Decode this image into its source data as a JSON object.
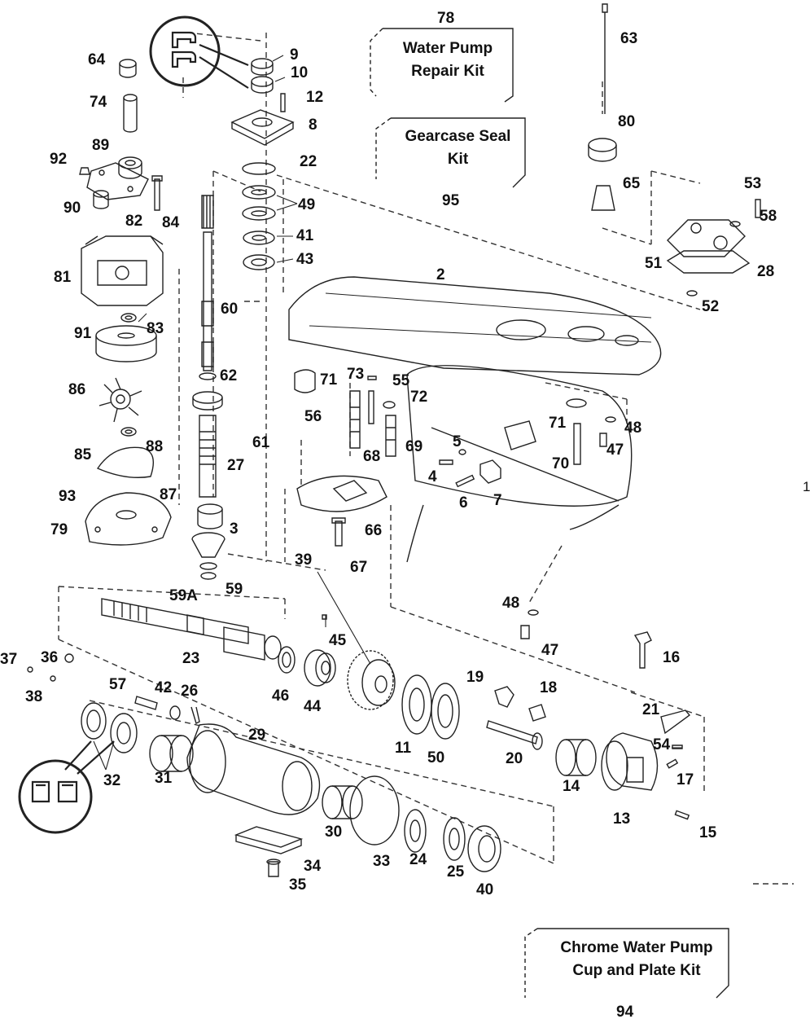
{
  "page_marker": "1",
  "kits": {
    "water_pump_repair": {
      "number": "78",
      "line1": "Water Pump",
      "line2": "Repair Kit"
    },
    "gearcase_seal": {
      "number": "95",
      "line1": "Gearcase Seal",
      "line2": "Kit"
    },
    "chrome_water_pump": {
      "number": "94",
      "line1": "Chrome Water Pump",
      "line2": "Cup and Plate Kit"
    }
  },
  "callouts": [
    "9",
    "10",
    "12",
    "8",
    "22",
    "49",
    "41",
    "43",
    "64",
    "74",
    "92",
    "89",
    "90",
    "82",
    "84",
    "81",
    "60",
    "83",
    "91",
    "62",
    "86",
    "61",
    "88",
    "27",
    "85",
    "87",
    "93",
    "3",
    "79",
    "59A",
    "59",
    "63",
    "80",
    "65",
    "53",
    "58",
    "51",
    "28",
    "52",
    "2",
    "71",
    "73",
    "55",
    "72",
    "56",
    "68",
    "69",
    "5",
    "71",
    "48",
    "47",
    "70",
    "4",
    "6",
    "7",
    "66",
    "67",
    "39",
    "48",
    "47",
    "16",
    "21",
    "54",
    "17",
    "15",
    "13",
    "14",
    "20",
    "18",
    "19",
    "45",
    "23",
    "46",
    "44",
    "11",
    "50",
    "36",
    "37",
    "38",
    "57",
    "42",
    "26",
    "29",
    "32",
    "31",
    "30",
    "33",
    "24",
    "25",
    "40",
    "34",
    "35"
  ]
}
